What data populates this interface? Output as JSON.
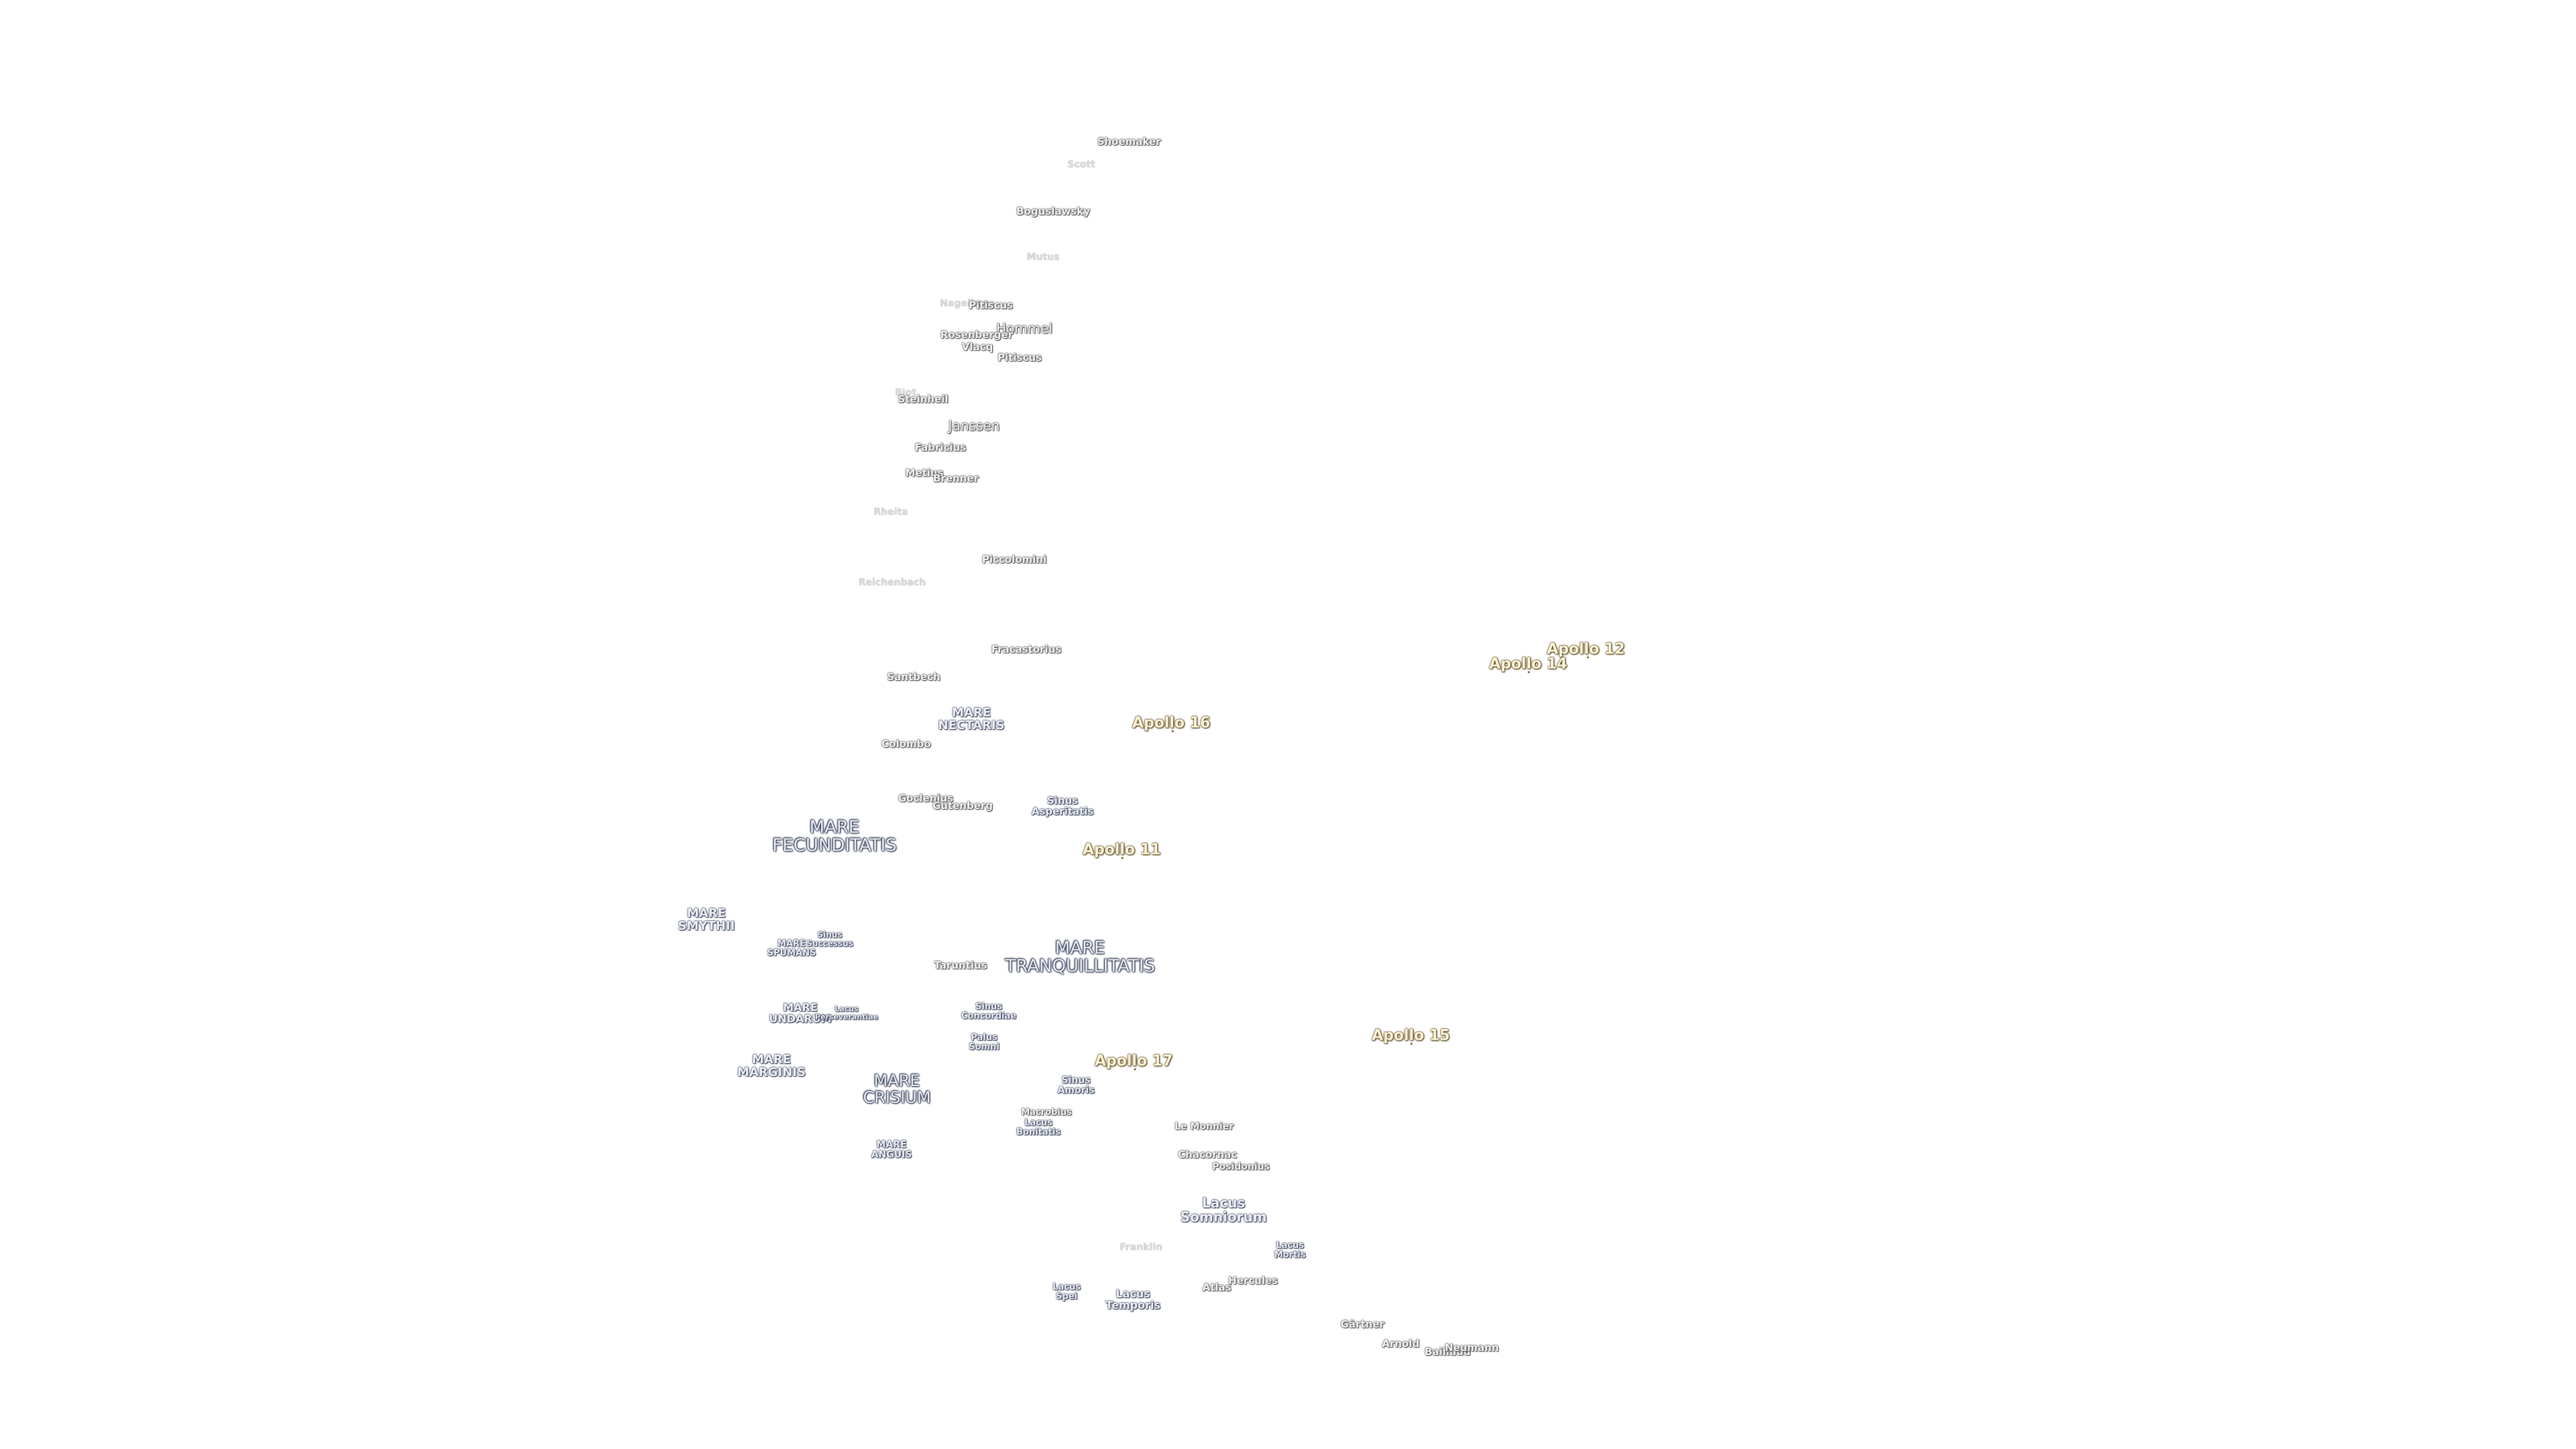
{
  "map": {
    "colors": {
      "background": "#ffffff",
      "mare_text": "#eef0f6",
      "mare_halo": "#2c3550",
      "crater_halo": "#4a4a4a",
      "apollo_text": "#fff4d6",
      "apollo_halo": "#4a3810"
    },
    "labels": {
      "shoemaker": "Shoemaker",
      "scott": "Scott",
      "boguslawsky": "Boguslawsky",
      "mutus": "Mutus",
      "nagelberg": "Nagelberg",
      "pitiscus": "Pitiscus",
      "hommel": "Hommel",
      "rosenberger": "Rosenberger",
      "vlacq": "Vlacq",
      "pitiscus_2": "Pitiscus",
      "biot": "Biot",
      "steinheil": "Steinheil",
      "janssen": "Janssen",
      "fabricius": "Fabricius",
      "metius": "Metius",
      "brenner": "Brenner",
      "rheita": "Rheita",
      "piccolomini": "Piccolomini",
      "reichenbach": "Reichenbach",
      "fracastorius": "Fracastorius",
      "santbech": "Santbech",
      "mare_nectaris_1": "MARE",
      "mare_nectaris_2": "NECTARIS",
      "colombo": "Colombo",
      "goclenius": "Goclenius",
      "gutenberg": "Gutenberg",
      "sinus_asperitatis_1": "Sinus",
      "sinus_asperitatis_2": "Asperitatis",
      "mare_fecunditatis_1": "MARE",
      "mare_fecunditatis_2": "FECUNDITATIS",
      "mare_smythii_1": "MARE",
      "mare_smythii_2": "SMYTHII",
      "sinus_successus_1": "Sinus",
      "sinus_successus_2": "Successus",
      "mare_spumans_1": "MARE",
      "mare_spumans_2": "SPUMANS",
      "taruntius": "Taruntius",
      "mare_tranquillitatis_1": "MARE",
      "mare_tranquillitatis_2": "TRANQUILLITATIS",
      "mare_undarum_1": "MARE",
      "mare_undarum_2": "UNDARUM",
      "lacus_perseverantiae_1": "Lacus",
      "lacus_perseverantiae_2": "Perseverantiae",
      "sinus_concordiae_1": "Sinus",
      "sinus_concordiae_2": "Concordiae",
      "palus_somni_1": "Palus",
      "palus_somni_2": "Somni",
      "mare_marginis_1": "MARE",
      "mare_marginis_2": "MARGINIS",
      "mare_crisium_1": "MARE",
      "mare_crisium_2": "CRISIUM",
      "sinus_amoris_1": "Sinus",
      "sinus_amoris_2": "Amoris",
      "macrobius": "Macrobius",
      "lacus_bonitatis_1": "Lacus",
      "lacus_bonitatis_2": "Bonitatis",
      "mare_anguis_1": "MARE",
      "mare_anguis_2": "ANGUIS",
      "le_monnier": "Le Monnier",
      "chacornac": "Chacornac",
      "posidonius": "Posidonius",
      "lacus_somniorum_1": "Lacus",
      "lacus_somniorum_2": "Somniorum",
      "franklin": "Franklin",
      "lacus_mortis_1": "Lacus",
      "lacus_mortis_2": "Mortis",
      "hercules": "Hercules",
      "atlas": "Atlas",
      "lacus_spei_1": "Lacus",
      "lacus_spei_2": "Spei",
      "lacus_temporis_1": "Lacus",
      "lacus_temporis_2": "Temporis",
      "gartner": "Gärtner",
      "arnold": "Arnold",
      "baillaud": "Baillaud",
      "neumann": "Neumann"
    },
    "apollo_sites": [
      {
        "label": "Apollo 12"
      },
      {
        "label": "Apollo 14"
      },
      {
        "label": "Apollo 16"
      },
      {
        "label": "Apollo 11"
      },
      {
        "label": "Apollo 15"
      },
      {
        "label": "Apollo 17"
      }
    ]
  }
}
